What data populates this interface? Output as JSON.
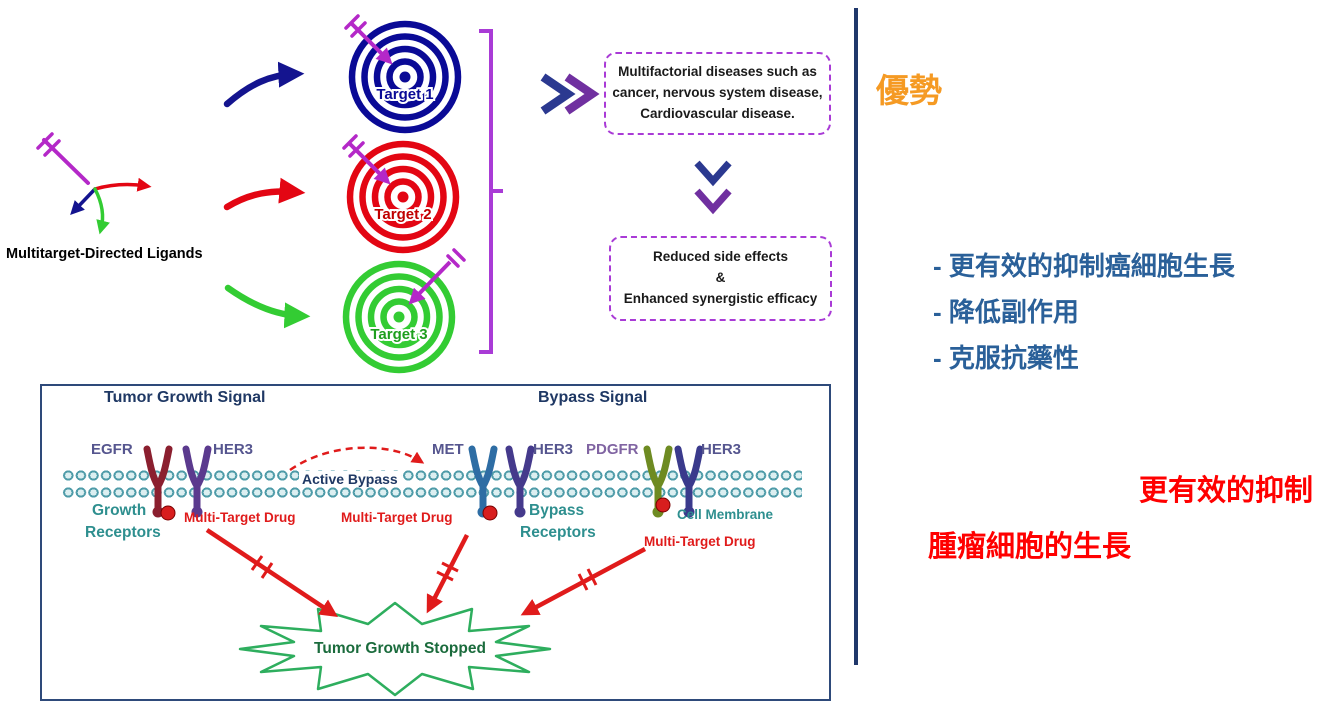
{
  "colors": {
    "navy": "#20386B",
    "target1_blue": "#0A0A96",
    "target2_red": "#E30613",
    "target3_green": "#33CC33",
    "dart_purple": "#B428C8",
    "dashed_purple": "#A93BD6",
    "chevron_blue": "#2B3990",
    "chevron_purple": "#7030A0",
    "drug_red": "#E01B1B",
    "membrane_teal": "#4E9BA8",
    "teal_text": "#2E8F8F",
    "star_green": "#2EAE5E",
    "heading_orange": "#F59A23",
    "bullet_blue": "#2A6099",
    "note_red": "#FF0000"
  },
  "top_diagram": {
    "ligand_label": "Multitarget-Directed Ligands",
    "targets": [
      {
        "label": "Target 1"
      },
      {
        "label": "Target 2"
      },
      {
        "label": "Target 3"
      }
    ],
    "disease_box": {
      "line1": "Multifactorial diseases such as",
      "line2": "cancer, nervous system disease,",
      "line3": "Cardiovascular disease."
    },
    "outcome_box": {
      "line1": "Reduced side effects",
      "line2": "&",
      "line3": "Enhanced synergistic efficacy"
    }
  },
  "membrane_figure": {
    "header_tumor": "Tumor Growth Signal",
    "header_bypass": "Bypass Signal",
    "receptors": {
      "egfr": "EGFR",
      "her3_left": "HER3",
      "met": "MET",
      "her3_mid": "HER3",
      "pdgfr": "PDGFR",
      "her3_right": "HER3"
    },
    "active_bypass": "Active Bypass",
    "growth_receptors_line1": "Growth",
    "growth_receptors_line2": "Receptors",
    "bypass_receptors_line1": "Bypass",
    "bypass_receptors_line2": "Receptors",
    "cell_membrane": "Cell Membrane",
    "drug_label_1": "Multi-Target Drug",
    "drug_label_2": "Multi-Target Drug",
    "drug_label_3": "Multi-Target Drug",
    "starburst_label": "Tumor Growth Stopped"
  },
  "right_panel": {
    "heading": "優勢",
    "bullets": [
      "- 更有效的抑制癌細胞生長",
      "- 降低副作用",
      "- 克服抗藥性"
    ],
    "red_text_line1": "更有效的抑制",
    "red_text_line2": "腫瘤細胞的生長"
  }
}
